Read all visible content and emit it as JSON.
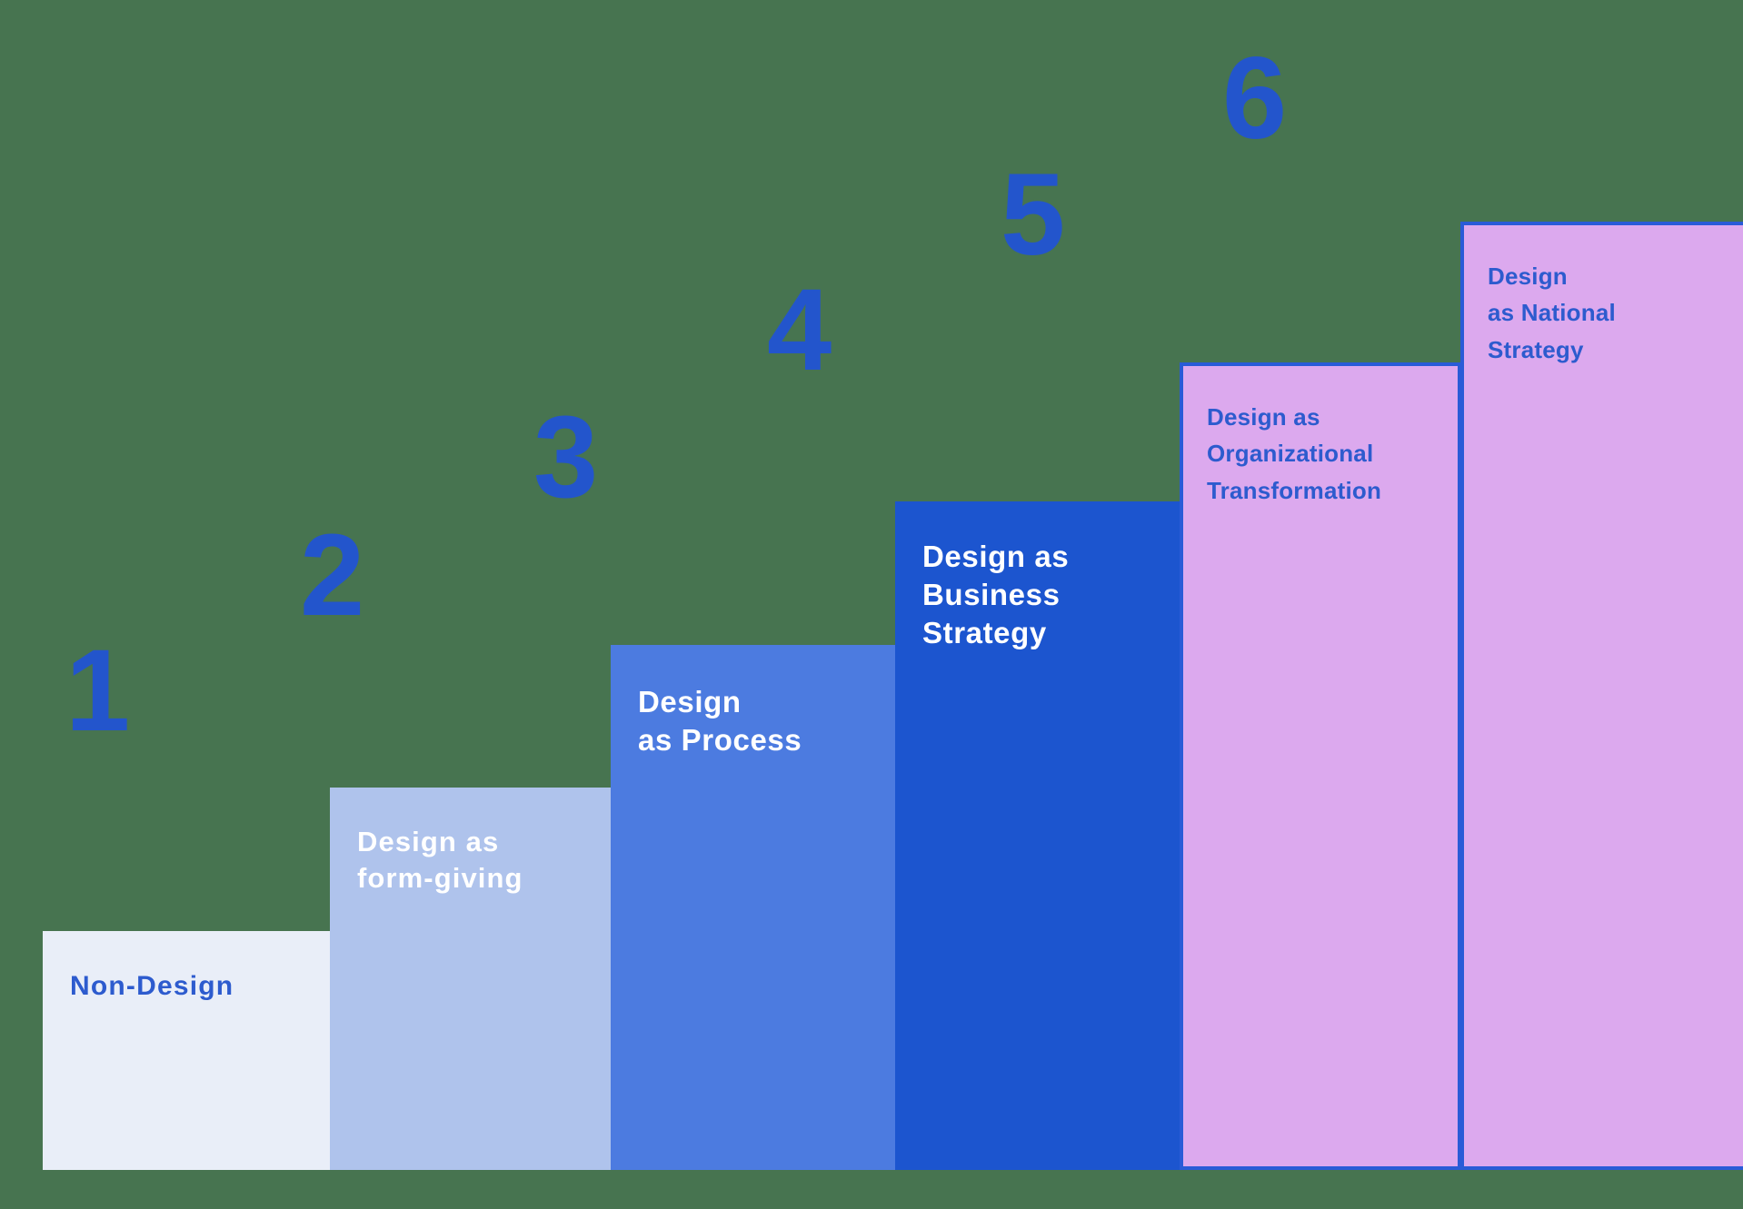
{
  "chart_data": {
    "type": "bar",
    "title": "",
    "xlabel": "",
    "ylabel": "",
    "categories": [
      "Non-Design",
      "Design as form-giving",
      "Design as Process",
      "Design as Business Strategy",
      "Design as Organizational Transformation",
      "Design as National Strategy"
    ],
    "values": [
      1,
      2,
      3,
      4,
      5,
      6
    ],
    "step_numbers": [
      "1",
      "2",
      "3",
      "4",
      "5",
      "6"
    ],
    "grid": false,
    "legend": "none",
    "bar_colors": [
      "#E9EEF8",
      "#AFC3EC",
      "#4C7BE0",
      "#1C55CF",
      "#DCA9EE",
      "#DCA9EE"
    ],
    "label_colors": [
      "#2D5BCE",
      "#FFFFFF",
      "#FFFFFF",
      "#FFFFFF",
      "#2D5BCE",
      "#2D5BCE"
    ],
    "background_color": "#477450",
    "number_color": "#2355CC",
    "outline_color": "#2A5BD7"
  },
  "ladder": {
    "steps": [
      {
        "number": "1",
        "label": "Non-Design",
        "fill": "#E9EEF8",
        "text_color": "#2D5BCE"
      },
      {
        "number": "2",
        "label": "Design as\nform-giving",
        "fill": "#AFC3EC",
        "text_color": "#FFFFFF"
      },
      {
        "number": "3",
        "label": "Design\nas Process",
        "fill": "#4C7BE0",
        "text_color": "#FFFFFF"
      },
      {
        "number": "4",
        "label": "Design as\nBusiness\nStrategy",
        "fill": "#1C55CF",
        "text_color": "#FFFFFF"
      },
      {
        "number": "5",
        "label": "Design as\nOrganizational\nTransformation",
        "fill": "#DCA9EE",
        "text_color": "#2D5BCE"
      },
      {
        "number": "6",
        "label": "Design\nas National\nStrategy",
        "fill": "#DCA9EE",
        "text_color": "#2D5BCE"
      }
    ]
  }
}
